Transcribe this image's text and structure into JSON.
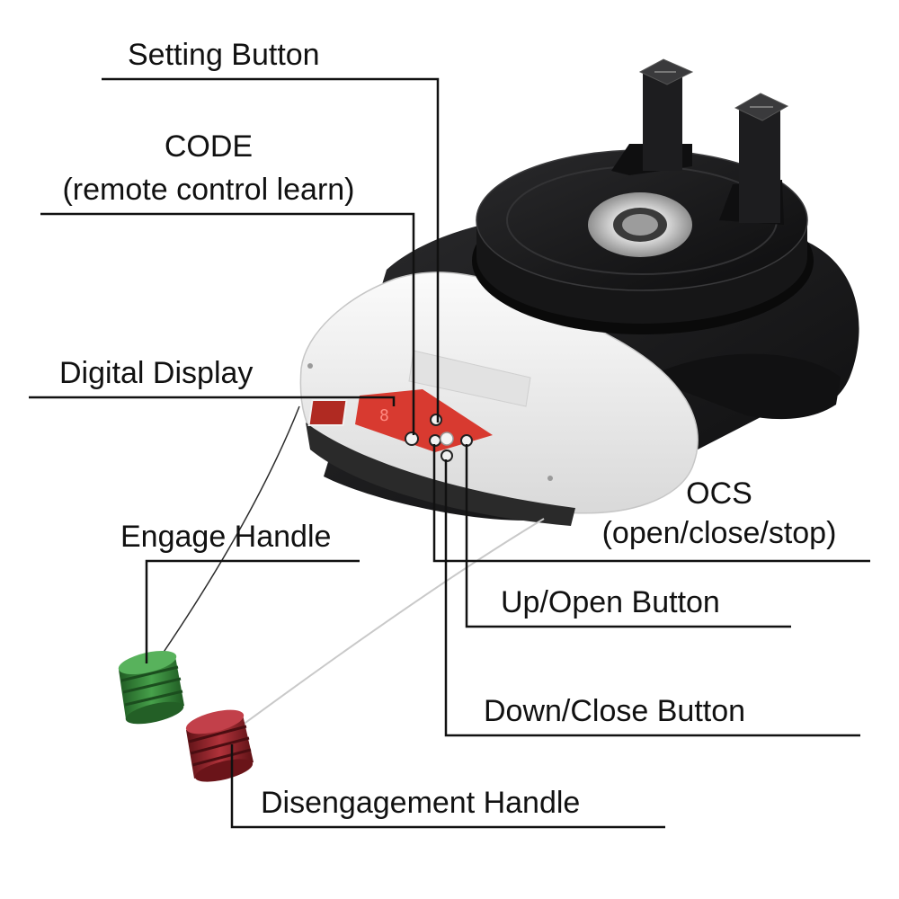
{
  "labels": {
    "setting_button": "Setting Button",
    "code_line1": "CODE",
    "code_line2": "(remote control learn)",
    "digital_display": "Digital Display",
    "engage_handle": "Engage Handle",
    "ocs_line1": "OCS",
    "ocs_line2": "(open/close/stop)",
    "up_open_button": "Up/Open Button",
    "down_close_button": "Down/Close Button",
    "disengagement_handle": "Disengagement Handle"
  },
  "colors": {
    "background": "#ffffff",
    "text": "#111111",
    "leader_line": "#111111",
    "motor_body": "#1c1c1e",
    "housing_white": "#ededed",
    "control_panel": "#d83a30",
    "engage_handle": "#2f7a32",
    "disengage_handle": "#8a1f24",
    "metal": "#b9b9b9"
  },
  "icons": {
    "control_panel": "control-panel-icon",
    "engage_handle": "green-handle-icon",
    "disengage_handle": "red-handle-icon"
  }
}
